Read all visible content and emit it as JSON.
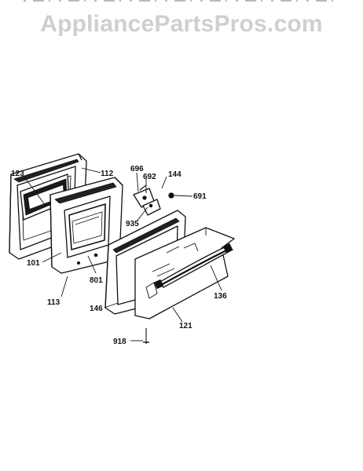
{
  "watermark": "AppliancePartsPros.com",
  "colors": {
    "ink": "#111111",
    "watermark": "#cfcfcf",
    "background": "#ffffff"
  },
  "parts": {
    "p123": "123",
    "p112": "112",
    "p696": "696",
    "p692": "692",
    "p144": "144",
    "p691": "691",
    "p935": "935",
    "p101": "101",
    "p801": "801",
    "p113": "113",
    "p146": "146",
    "p136": "136",
    "p121": "121",
    "p918": "918"
  }
}
